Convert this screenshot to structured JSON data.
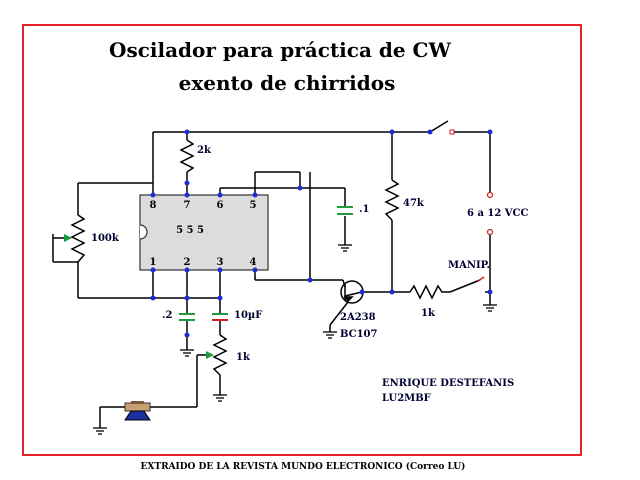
{
  "title_line1": "Oscilador  para práctica de CW",
  "title_line2": "exento de chirridos",
  "ic": {
    "name": "5 5 5",
    "pins": {
      "p1": "1",
      "p2": "2",
      "p3": "3",
      "p4": "4",
      "p5": "5",
      "p6": "6",
      "p7": "7",
      "p8": "8"
    }
  },
  "labels": {
    "r_2k": "2k",
    "pot_100k": "100k",
    "c_01": ".1",
    "r_47k": "47k",
    "supply": "6 a 12 VCC",
    "key": "MANIP.",
    "r_1k_base": "1k",
    "transistor_line1": "2A238",
    "transistor_line2": "BC107",
    "c_02": ".2",
    "c_10uf": "10µF",
    "pot_1k": "1k"
  },
  "author": {
    "line1": "ENRIQUE DESTEFANIS",
    "line2": "LU2MBF"
  },
  "footer": "EXTRAIDO DE LA REVISTA MUNDO ELECTRONICO (Correo LU)",
  "colors": {
    "border": "#e8202a",
    "node": "#1a2fd0",
    "wire": "#000000",
    "capacitor": "#1f9a3a",
    "ic_fill": "#dcdcdc",
    "pot_arrow": "#1f9a3a",
    "electrolytic": "#d02020"
  }
}
